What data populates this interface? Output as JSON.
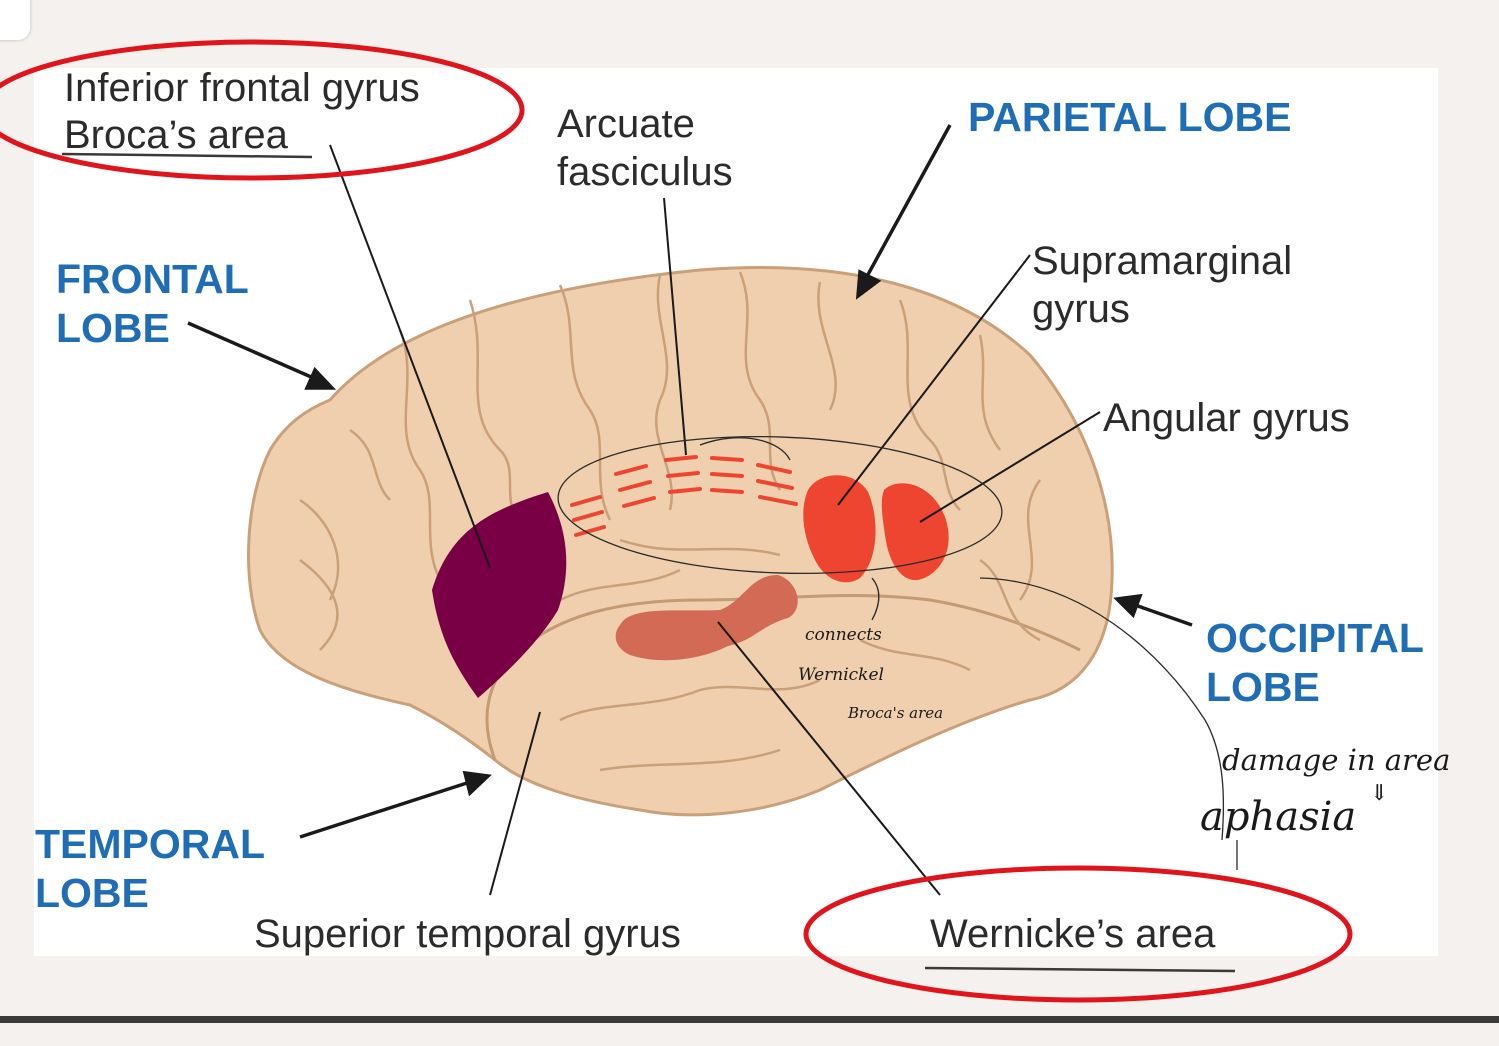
{
  "labels": {
    "inferior_frontal": "Inferior frontal gyrus",
    "broca": "Broca’s area",
    "arcuate_1": "Arcuate",
    "arcuate_2": "fasciculus",
    "supramarginal_1": "Supramarginal",
    "supramarginal_2": "gyrus",
    "angular": "Angular gyrus",
    "superior_temporal": "Superior temporal gyrus",
    "wernicke": "Wernicke’s area"
  },
  "lobes": {
    "parietal": "PARIETAL LOBE",
    "frontal_1": "FRONTAL",
    "frontal_2": "LOBE",
    "occipital_1": "OCCIPITAL",
    "occipital_2": "LOBE",
    "temporal_1": "TEMPORAL",
    "temporal_2": "LOBE"
  },
  "handwritten": {
    "connects_1": "connects",
    "connects_2": "Wernickel",
    "connects_3": "Broca's area",
    "damage": "damage in area",
    "arrow": "⇓",
    "aphasia": "aphasia"
  },
  "colors": {
    "background": "#f4f1ee",
    "panel": "#ffffff",
    "brain": "#efcfae",
    "broca_area": "#7a0046",
    "arcuate": "#ee4530",
    "wernicke_area": "#d26a55",
    "lobe_text": "#1f6db5",
    "annotation_circle": "#e0141a"
  }
}
